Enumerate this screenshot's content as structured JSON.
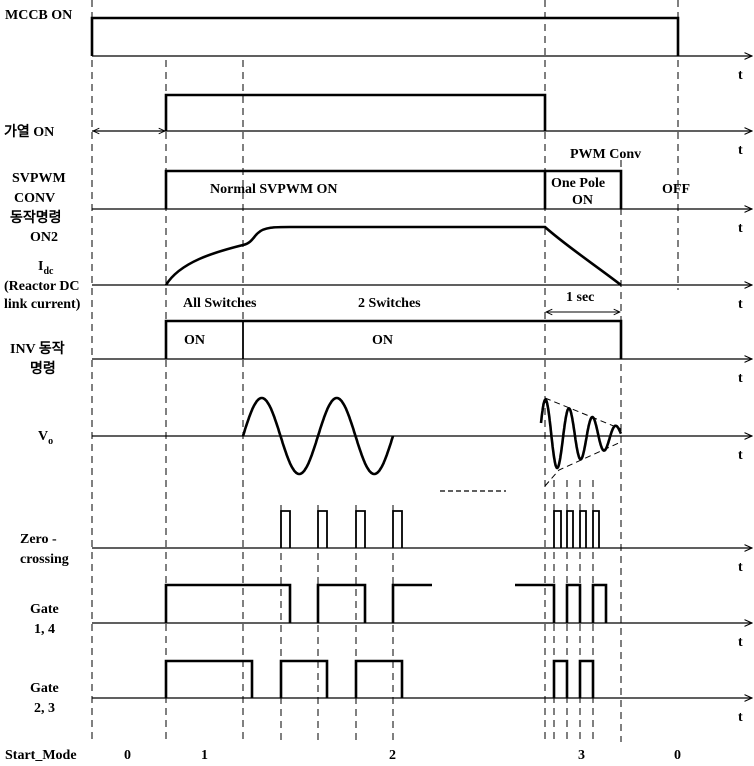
{
  "axis_label": "t",
  "signals": {
    "mccb": {
      "label": [
        "MCCB ON"
      ]
    },
    "heat": {
      "label": [
        "가열 ON"
      ]
    },
    "svpwm": {
      "label": [
        "SVPWM",
        "CONV",
        "동작명령",
        "ON2"
      ]
    },
    "idc": {
      "label": [
        "I",
        "(Reactor DC",
        "link current)"
      ],
      "subscript": "dc"
    },
    "inv": {
      "label": [
        "INV 동작",
        "명령"
      ]
    },
    "vo": {
      "label": [
        "V"
      ],
      "subscript": "o"
    },
    "zero": {
      "label": [
        "Zero -",
        "crossing"
      ]
    },
    "gate14": {
      "label": [
        "Gate",
        "1, 4"
      ]
    },
    "gate23": {
      "label": [
        "Gate",
        "2, 3"
      ]
    }
  },
  "annotations": {
    "pwm_conv": "PWM Conv",
    "normal_svpwm": "Normal SVPWM ON",
    "one_pole": [
      "One Pole",
      "ON"
    ],
    "off": "OFF",
    "all_switches": "All Switches",
    "two_switches": "2 Switches",
    "one_sec": "1 sec",
    "inv_on_1": "ON",
    "inv_on_2": "ON"
  },
  "start_mode": {
    "label": "Start_Mode",
    "values": [
      "0",
      "1",
      "2",
      "3",
      "0"
    ]
  }
}
